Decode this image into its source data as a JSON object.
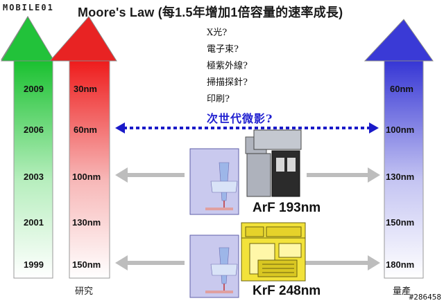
{
  "title": "Moore's Law (每1.5年增加1倍容量的速率成長)",
  "logo_text": "MOBILE01",
  "watermark": "#286458",
  "years": [
    "2009",
    "2006",
    "2003",
    "2001",
    "1999"
  ],
  "research_nodes": [
    "30nm",
    "60nm",
    "100nm",
    "130nm",
    "150nm"
  ],
  "production_nodes": [
    "60nm",
    "100nm",
    "130nm",
    "150nm",
    "180nm"
  ],
  "candidate_techs": [
    "X光?",
    "電子束?",
    "極紫外線?",
    "掃描探針?",
    "印刷?"
  ],
  "next_gen_label": "次世代微影?",
  "research_label": "研究",
  "production_label": "量產",
  "devices": [
    {
      "label": "ArF 193nm"
    },
    {
      "label": "KrF 248nm"
    }
  ],
  "colors": {
    "green_arrow": "#22c23a",
    "red_arrow": "#e82323",
    "blue_arrow": "#3a3ad6",
    "dotted_arrow": "#1a1ac8",
    "gray_arrow": "#bdbdbd",
    "next_gen_text": "#1f1fd0"
  },
  "icons": [
    "green-up-arrow-icon",
    "red-up-arrow-icon",
    "blue-up-arrow-icon",
    "dotted-double-arrow-icon",
    "gray-double-arrow-icon"
  ]
}
